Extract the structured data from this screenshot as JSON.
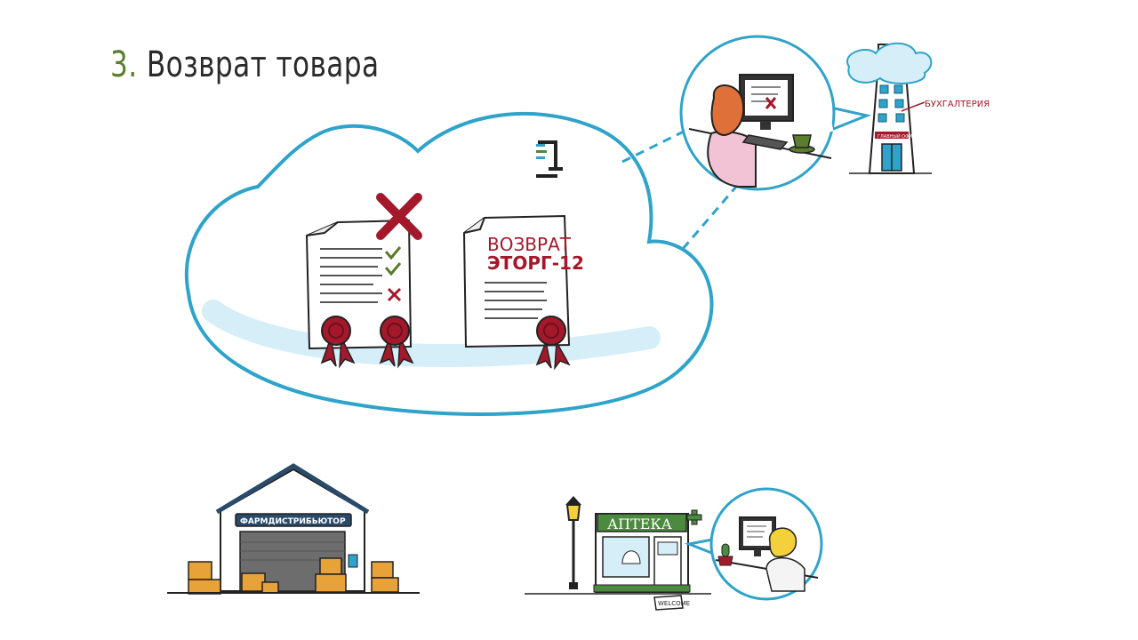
{
  "header": {
    "number": "3.",
    "title": "Возврат товара"
  },
  "documents": {
    "return_doc_line1": "ВОЗВРАТ",
    "return_doc_line2": "ЭТОРГ-12"
  },
  "office": {
    "label": "БУХГАЛТЕРИЯ",
    "door_sign": "ГЛАВНЫЙ ОФИС"
  },
  "warehouse": {
    "sign": "ФАРМДИСТРИБЬЮТОР"
  },
  "pharmacy": {
    "sign": "АПТЕКА",
    "mat": "WELCOME"
  },
  "colors": {
    "cloud_stroke": "#2fa3c9",
    "cloud_fill_band": "#d6eef7",
    "seal_red": "#a3192b",
    "check_green": "#5a7d2e",
    "pharmacy_green": "#4c8a3f"
  },
  "icons": [
    "logo-icon",
    "cross-icon",
    "checkmark-icon",
    "seal-icon",
    "monitor-icon",
    "lamp-icon",
    "plus-cross-icon"
  ]
}
